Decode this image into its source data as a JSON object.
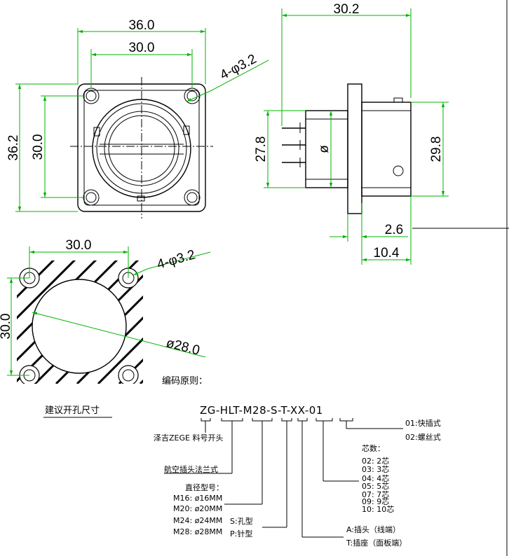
{
  "front_view": {
    "dim_outer_width": "36.0",
    "dim_hole_width": "30.0",
    "dim_outer_height": "36.2",
    "dim_hole_height": "30.0",
    "dim_holes": "4-φ3.2"
  },
  "side_view": {
    "dim_length": "30.2",
    "dim_body_dia": "27.8",
    "dim_phi": "ø",
    "dim_flange_dia": "29.8",
    "dim_flange_thk": "2.6",
    "dim_rear": "10.4"
  },
  "cutout": {
    "dim_width": "30.0",
    "dim_height": "30.0",
    "dim_holes": "4-φ3.2",
    "dim_dia": "ø28.0",
    "caption": "建议开孔尺寸"
  },
  "coding": {
    "title": "编码原则：",
    "code": "ZG-HLT-M28-S-T-XX-01",
    "brand": "泽吉ZEGE 料号开头",
    "type": "航空插头法兰式",
    "size_title": "直径型号：",
    "sizes": [
      "M16: ø16MM",
      "M20: ø20MM",
      "M24: ø24MM",
      "M28: ø28MM"
    ],
    "contact": [
      "S:孔型",
      "P:针型"
    ],
    "mount": [
      "A:插头（线端）",
      "T:插座（面板端）"
    ],
    "cores_title": "芯数：",
    "cores": [
      "02: 2芯",
      "03: 3芯",
      "04: 4芯",
      "05: 5芯",
      "07: 7芯",
      "09: 9芯",
      "10: 10芯"
    ],
    "lock": [
      "01:快插式",
      "02:螺丝式"
    ]
  }
}
